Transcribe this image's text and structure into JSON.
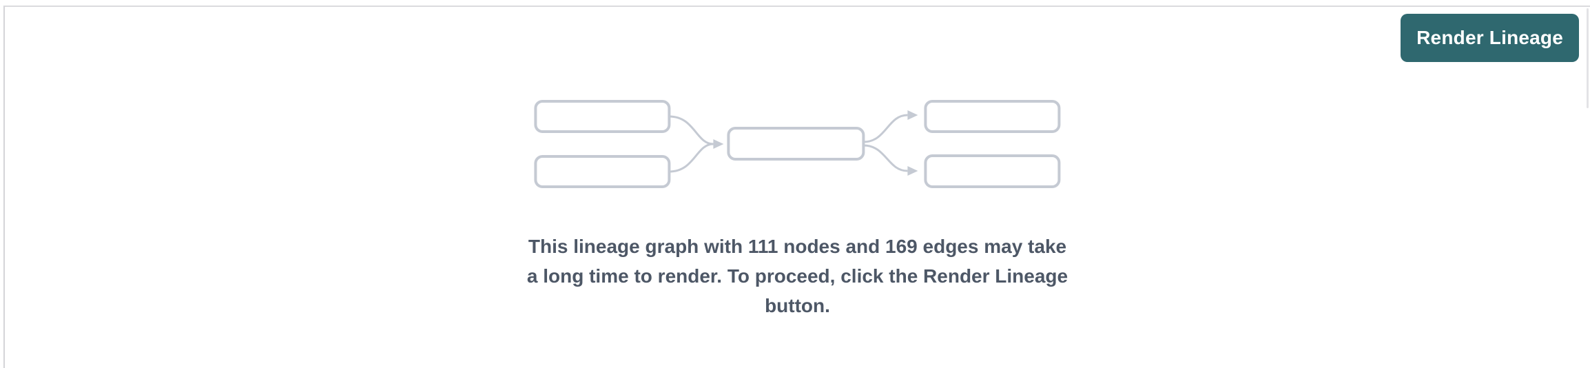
{
  "panel": {
    "name": "lineage-tab-panel"
  },
  "toolbar": {
    "render_button_label": "Render Lineage"
  },
  "message": {
    "full_text": "This lineage graph with 111 nodes and 169 edges may take a long time to render. To proceed, click the Render Lineage button.",
    "lines": [
      "This lineage graph with 111 nodes and 169 edges may take",
      "a long time to render. To proceed, click the Render Lineage",
      "button."
    ],
    "node_count": "111",
    "edge_count": "169"
  },
  "illustration": {
    "description": "lineage-graph-placeholder",
    "left_nodes": 2,
    "middle_nodes": 1,
    "right_nodes": 2,
    "edge_count": 4
  },
  "colors": {
    "button_background": "#2f686f",
    "button_text": "#ffffff",
    "message_text": "#4d5766",
    "illustration_stroke": "#c5cad3",
    "panel_border_top": "#dbdbde",
    "panel_border_left": "#d4d4d8",
    "background": "#ffffff"
  }
}
